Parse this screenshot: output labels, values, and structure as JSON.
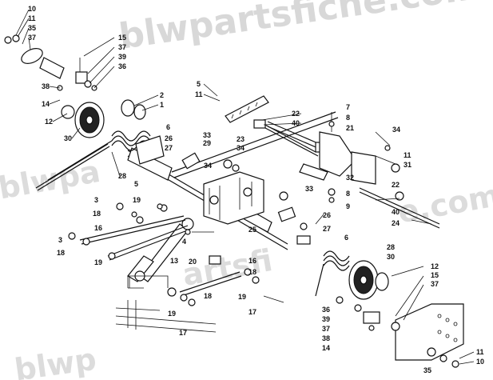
{
  "watermark": {
    "top": "blwpartsfiche.com",
    "left": "blwpa",
    "middle": "artsfi",
    "right": "e.com",
    "bottom": "blwp"
  },
  "labels": [
    {
      "id": "l01",
      "text": "10"
    },
    {
      "id": "l02",
      "text": "11"
    },
    {
      "id": "l03",
      "text": "35"
    },
    {
      "id": "l04",
      "text": "37"
    },
    {
      "id": "l05",
      "text": "15"
    },
    {
      "id": "l06",
      "text": "37"
    },
    {
      "id": "l07",
      "text": "39"
    },
    {
      "id": "l08",
      "text": "36"
    },
    {
      "id": "l09",
      "text": "38"
    },
    {
      "id": "l10",
      "text": "14"
    },
    {
      "id": "l11",
      "text": "12"
    },
    {
      "id": "l12",
      "text": "30"
    },
    {
      "id": "l13",
      "text": "2"
    },
    {
      "id": "l14",
      "text": "1"
    },
    {
      "id": "l15",
      "text": "5"
    },
    {
      "id": "l16",
      "text": "11"
    },
    {
      "id": "l17",
      "text": "7"
    },
    {
      "id": "l18",
      "text": "8"
    },
    {
      "id": "l19",
      "text": "22"
    },
    {
      "id": "l20",
      "text": "40"
    },
    {
      "id": "l21",
      "text": "21"
    },
    {
      "id": "l22",
      "text": "6"
    },
    {
      "id": "l23",
      "text": "26"
    },
    {
      "id": "l24",
      "text": "27"
    },
    {
      "id": "l25",
      "text": "33"
    },
    {
      "id": "l26",
      "text": "29"
    },
    {
      "id": "l27",
      "text": "23"
    },
    {
      "id": "l28",
      "text": "34"
    },
    {
      "id": "l29",
      "text": "34"
    },
    {
      "id": "l30",
      "text": "11"
    },
    {
      "id": "l31",
      "text": "31"
    },
    {
      "id": "l32",
      "text": "28"
    },
    {
      "id": "l33",
      "text": "5"
    },
    {
      "id": "l34",
      "text": "34"
    },
    {
      "id": "l35",
      "text": "33"
    },
    {
      "id": "l36",
      "text": "32"
    },
    {
      "id": "l37",
      "text": "8"
    },
    {
      "id": "l38",
      "text": "9"
    },
    {
      "id": "l39",
      "text": "22"
    },
    {
      "id": "l40",
      "text": "40"
    },
    {
      "id": "l41",
      "text": "24"
    },
    {
      "id": "l42",
      "text": "3"
    },
    {
      "id": "l43",
      "text": "19"
    },
    {
      "id": "l44",
      "text": "18"
    },
    {
      "id": "l45",
      "text": "26"
    },
    {
      "id": "l46",
      "text": "27"
    },
    {
      "id": "l47",
      "text": "3"
    },
    {
      "id": "l48",
      "text": "16"
    },
    {
      "id": "l49",
      "text": "18"
    },
    {
      "id": "l50",
      "text": "4"
    },
    {
      "id": "l51",
      "text": "25"
    },
    {
      "id": "l52",
      "text": "6"
    },
    {
      "id": "l53",
      "text": "19"
    },
    {
      "id": "l54",
      "text": "13"
    },
    {
      "id": "l55",
      "text": "20"
    },
    {
      "id": "l56",
      "text": "28"
    },
    {
      "id": "l57",
      "text": "30"
    },
    {
      "id": "l58",
      "text": "16"
    },
    {
      "id": "l59",
      "text": "18"
    },
    {
      "id": "l60",
      "text": "12"
    },
    {
      "id": "l61",
      "text": "15"
    },
    {
      "id": "l62",
      "text": "37"
    },
    {
      "id": "l63",
      "text": "18"
    },
    {
      "id": "l64",
      "text": "19"
    },
    {
      "id": "l65",
      "text": "19"
    },
    {
      "id": "l66",
      "text": "17"
    },
    {
      "id": "l67",
      "text": "36"
    },
    {
      "id": "l68",
      "text": "39"
    },
    {
      "id": "l69",
      "text": "37"
    },
    {
      "id": "l70",
      "text": "38"
    },
    {
      "id": "l71",
      "text": "14"
    },
    {
      "id": "l72",
      "text": "17"
    },
    {
      "id": "l73",
      "text": "11"
    },
    {
      "id": "l74",
      "text": "10"
    },
    {
      "id": "l75",
      "text": "35"
    }
  ]
}
